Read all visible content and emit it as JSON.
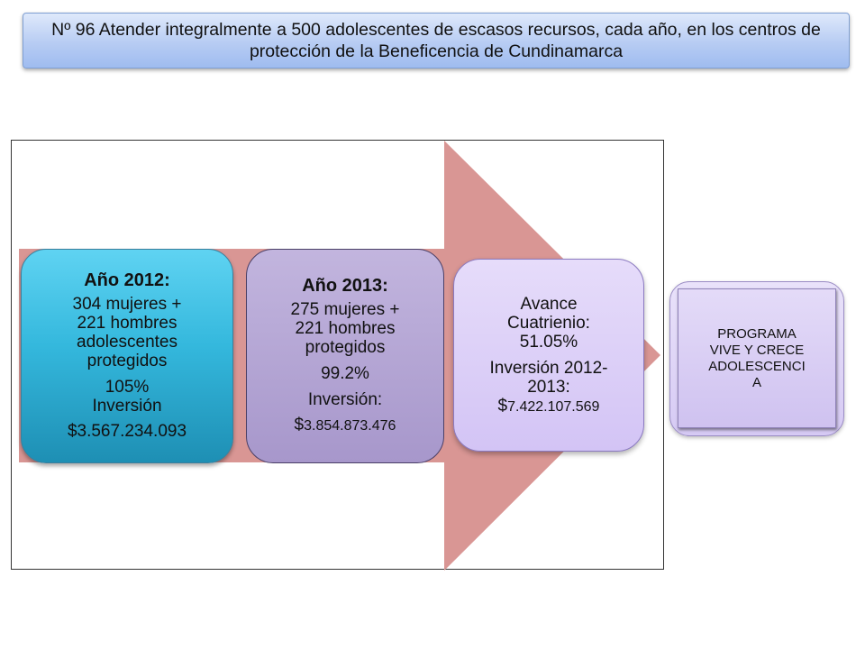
{
  "title": "Nº 96 Atender integralmente a 500 adolescentes de escasos recursos, cada año, en los centros de protección de la Beneficencia de Cundinamarca",
  "colors": {
    "arrow": "#d99694",
    "card_2012": "#34b8dd",
    "card_2013": "#a797cb",
    "card_avance": "#d8cbf6"
  },
  "cards": {
    "y2012": {
      "heading": "Año 2012:",
      "line1": "304 mujeres +",
      "line2": "221 hombres",
      "line3": "adolescentes",
      "line4": "protegidos",
      "percent": "105%",
      "investment_label": "Inversión",
      "investment_value": "$3.567.234.093"
    },
    "y2013": {
      "heading": "Año 2013:",
      "line1": "275 mujeres +",
      "line2": "221 hombres",
      "line3": "protegidos",
      "percent": "99.2%",
      "investment_label": "Inversión:",
      "currency": "$",
      "investment_value": "3.854.873.476"
    },
    "avance": {
      "line1": "Avance",
      "line2": "Cuatrienio:",
      "line3": "51.05%",
      "line4": "Inversión 2012-",
      "line5": "2013:",
      "currency": "$",
      "investment_value": "7.422.107.569"
    }
  },
  "program": {
    "line1": "PROGRAMA",
    "line2": "VIVE Y CRECE",
    "line3": "ADOLESCENCI",
    "line4": "A"
  }
}
